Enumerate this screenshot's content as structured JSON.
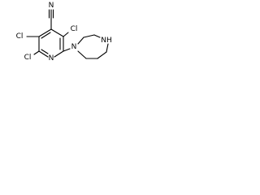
{
  "structure": {
    "atoms": {
      "nitrile_n": "N",
      "cl_top": "Cl",
      "cl_left": "Cl",
      "cl_bottom": "Cl",
      "ring_n": "N",
      "diazepane_n1": "N",
      "diazepane_nh": "NH"
    },
    "colors": {
      "bond": "#000000",
      "label": "#000000",
      "background": "#ffffff"
    }
  }
}
